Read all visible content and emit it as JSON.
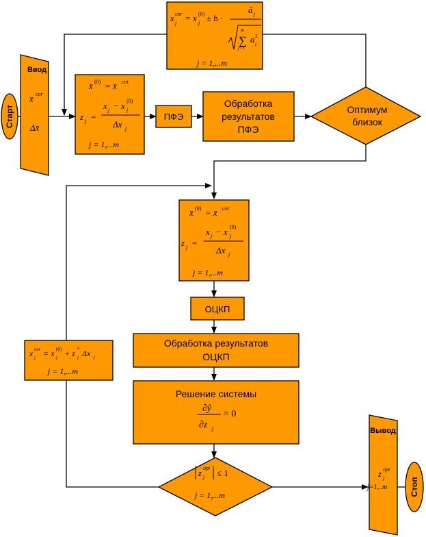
{
  "colors": {
    "fill": "#FF9900",
    "stroke": "#000000",
    "background": "#FFFFFF"
  },
  "terminals": {
    "start": "Старт",
    "stop": "Стоп"
  },
  "input": {
    "title": "Ввод",
    "var1": "x̄",
    "var1_sup": "cor",
    "var2": "Δx̄"
  },
  "output": {
    "title": "Вывод",
    "var": "z",
    "var_sub": "j",
    "var_sup": "opt",
    "range": "j=1,..m"
  },
  "box_step": {
    "lhs": "x",
    "lhs_sub": "j",
    "lhs_sup": "cor",
    "rhs": "= x",
    "rhs_sup": "(0)",
    "rhs_sub": "j",
    "op": "± h ·",
    "num": "ã",
    "num_sub": "j",
    "sum_sup": "m",
    "sum_sub": "j=1",
    "den": "a",
    "den_sub": "j",
    "den_sup": "2",
    "range": "j = 1,...m"
  },
  "box_code1": {
    "line1": "x̄",
    "line1_sup": "(0)",
    "line1_rhs": "= x̄",
    "line1_rhs_sup": "cor",
    "z": "z",
    "z_sub": "j",
    "num": "x",
    "num_sub": "j",
    "num_minus": "− x",
    "num2_sup": "(0)",
    "num2_sub": "j",
    "den": "Δx",
    "den_sub": "j",
    "range": "j = 1,...m"
  },
  "box_pfe": "ПФЭ",
  "box_pfe_proc": [
    "Обработка",
    "результатов",
    "ПФЭ"
  ],
  "diamond_opt": [
    "Оптимум",
    "близок"
  ],
  "box_code2": {
    "line1": "x̄",
    "line1_sup": "(0)",
    "line1_rhs": "= x̄",
    "line1_rhs_sup": "cor",
    "z": "z",
    "z_sub": "j",
    "num": "x",
    "num_sub": "j",
    "num_minus": "− x",
    "num2_sup": "(0)",
    "num2_sub": "j",
    "den": "Δx",
    "den_sub": "j",
    "range": "j = 1,...m"
  },
  "box_ockp": "ОЦКП",
  "box_ockp_proc": [
    "Обработка результатов",
    "ОЦКП"
  ],
  "box_solve": {
    "title": "Решение системы",
    "num": "∂ŷ",
    "den": "∂z",
    "den_sub": "j",
    "rhs": "= 0"
  },
  "box_update": {
    "lhs": "x",
    "lhs_sub": "j",
    "lhs_sup": "cor",
    "rhs": "= x",
    "rhs_sup": "(0)",
    "rhs_sub": "j",
    "plus": "+ z",
    "plus_sup": "*",
    "plus_sub": "j",
    "dx": "Δx",
    "dx_sub": "j",
    "range": "j = 1,...m"
  },
  "diamond_check": {
    "z": "z",
    "z_sub": "j",
    "z_sup": "opt",
    "rel": "≤ 1",
    "range": "j = 1,...m"
  }
}
